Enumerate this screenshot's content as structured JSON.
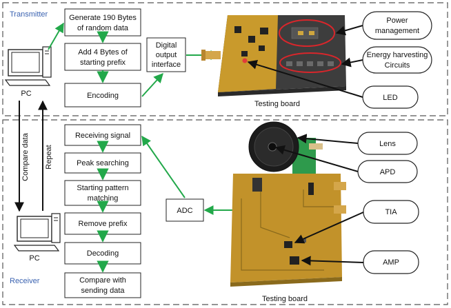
{
  "sections": {
    "transmitter": "Transmitter",
    "receiver": "Receiver"
  },
  "tx_steps": [
    [
      "Generate 190 Bytes",
      "of random data"
    ],
    [
      "Add 4 Bytes of",
      "starting prefix"
    ],
    [
      "Encoding"
    ]
  ],
  "tx_interface": [
    "Digital",
    "output",
    "interface"
  ],
  "rx_steps": [
    [
      "Receiving signal"
    ],
    [
      "Peak searching"
    ],
    [
      "Starting pattern",
      "matching"
    ],
    [
      "Remove prefix"
    ],
    [
      "Decoding"
    ],
    [
      "Compare with",
      "sending data"
    ]
  ],
  "adc": "ADC",
  "pc_top": "PC",
  "pc_bottom": "PC",
  "compare_data": "Compare data",
  "repeat": "Repeat",
  "testing_board_top": "Testing board",
  "testing_board_bottom": "Testing board",
  "callouts_top": [
    [
      "Power",
      "management"
    ],
    [
      "Energy harvesting",
      "Circuits"
    ],
    [
      "LED"
    ]
  ],
  "callouts_bottom": [
    [
      "Lens"
    ],
    [
      "APD"
    ],
    [
      "TIA"
    ],
    [
      "AMP"
    ]
  ],
  "colors": {
    "arrow_green": "#22a84a",
    "board_gold": "#c99a2c",
    "board_dark": "#3d3d3d",
    "highlight_red": "#d9262b",
    "section_blue": "#3a62b0"
  }
}
